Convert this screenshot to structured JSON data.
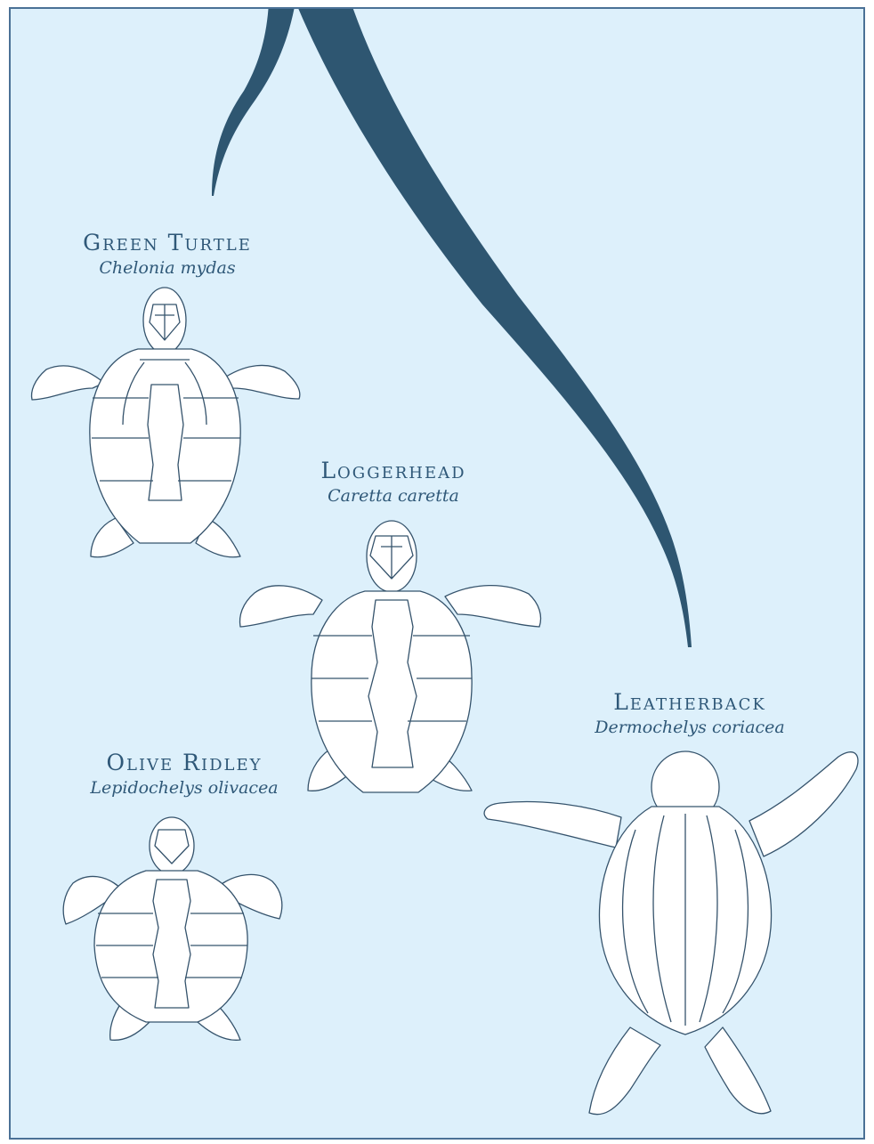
{
  "colors": {
    "background": "#ddf0fb",
    "border": "#4a7196",
    "tree_branch": "#2e5671",
    "text": "#2f5878",
    "outline": "#35536c",
    "fill": "#ffffff"
  },
  "species": [
    {
      "common_name": "Green Turtle",
      "scientific_name": "Chelonia mydas"
    },
    {
      "common_name": "Loggerhead",
      "scientific_name": "Caretta caretta"
    },
    {
      "common_name": "Olive Ridley",
      "scientific_name": "Lepidochelys olivacea"
    },
    {
      "common_name": "Leatherback",
      "scientific_name": "Dermochelys coriacea"
    }
  ]
}
